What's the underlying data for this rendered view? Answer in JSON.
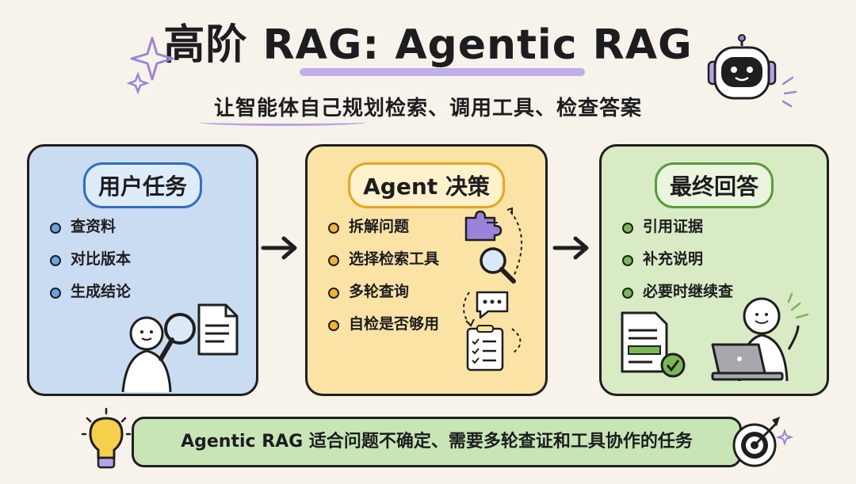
{
  "header": {
    "title": "高阶 RAG: Agentic RAG",
    "subtitle": "让智能体自己规划检索、调用工具、检查答案"
  },
  "panels": [
    {
      "label": "用户任务",
      "items": [
        "查资料",
        "对比版本",
        "生成结论"
      ]
    },
    {
      "label": "Agent 决策",
      "items": [
        "拆解问题",
        "选择检索工具",
        "多轮查询",
        "自检是否够用"
      ]
    },
    {
      "label": "最终回答",
      "items": [
        "引用证据",
        "补充说明",
        "必要时继续查"
      ]
    }
  ],
  "footer": {
    "text": "Agentic RAG 适合问题不确定、需要多轮查证和工具协作的任务"
  },
  "icons": [
    "sparkle-icon",
    "robot-icon",
    "magnifier-icon",
    "document-icon",
    "puzzle-icon",
    "chat-icon",
    "checklist-icon",
    "laptop-icon",
    "check-icon",
    "lightbulb-icon",
    "target-icon"
  ],
  "colors": {
    "blue": "#c9dcf2",
    "yellow": "#fbe3a6",
    "green": "#d9ebc5",
    "purple": "#b7a2ea"
  }
}
